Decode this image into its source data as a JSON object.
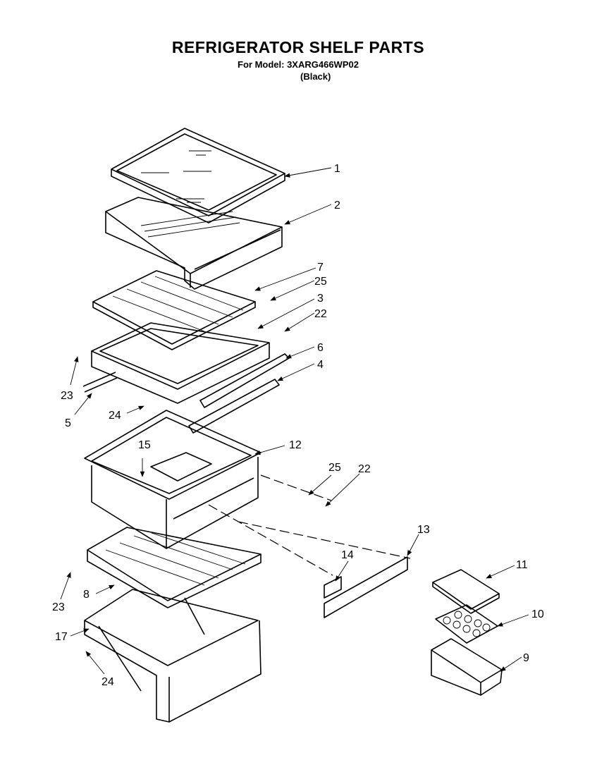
{
  "header": {
    "title": "REFRIGERATOR SHELF PARTS",
    "model": "For Model: 3XARG466WP02",
    "variant": "(Black)"
  },
  "callouts": {
    "c1": "1",
    "c2": "2",
    "c7": "7",
    "c25a": "25",
    "c3": "3",
    "c22a": "22",
    "c6": "6",
    "c4": "4",
    "c23a": "23",
    "c5": "5",
    "c24a": "24",
    "c12": "12",
    "c15": "15",
    "c25b": "25",
    "c22b": "22",
    "c13": "13",
    "c14": "14",
    "c11": "11",
    "c10": "10",
    "c9": "9",
    "c23b": "23",
    "c8": "8",
    "c17": "17",
    "c24b": "24"
  }
}
